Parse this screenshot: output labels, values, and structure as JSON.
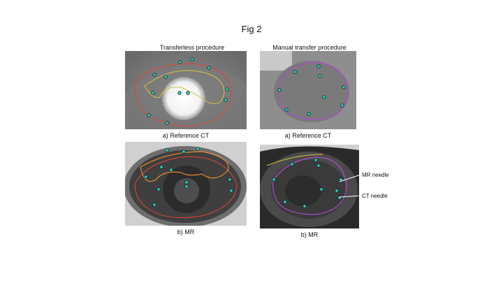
{
  "figure": {
    "title": "Fig 2",
    "columns": {
      "left_title": "Transferless procedure",
      "right_title": "Manual transfer procedure"
    },
    "captions": {
      "top_left": "a) Reference CT",
      "top_right": "a) Reference CT",
      "bottom_left": "b) MR",
      "bottom_right": "b) MR"
    },
    "annotations": {
      "mr_needle": "MR needle",
      "ct_needle": "CT needle"
    }
  },
  "colors": {
    "contour_red": "#e0443a",
    "contour_yellow": "#d7c23a",
    "contour_orange": "#e28a2f",
    "contour_purple": "#b04ad0",
    "needle_cyan": "#38d6c8"
  }
}
